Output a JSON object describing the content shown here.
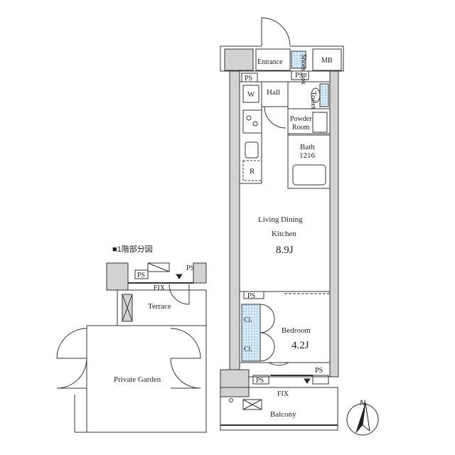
{
  "labels": {
    "entrance": "Entrance",
    "shoes_box": "Shoes Box",
    "mb": "MB",
    "ps": "PS",
    "w": "W",
    "hall": "Hall",
    "toilet": "Toilet",
    "powder_room_1": "Powder",
    "powder_room_2": "Room",
    "bath": "Bath",
    "bath_size": "1216",
    "r": "R",
    "ldk_1": "Living Dining",
    "ldk_2": "Kitchen",
    "ldk_size": "8.9J",
    "bedroom": "Bedroom",
    "bedroom_size": "4.2J",
    "closet": "Cl.",
    "fix": "FIX",
    "balcony": "Balcony",
    "first_floor_part": "■1階部分図",
    "terrace": "Terrace",
    "private_garden": "Private Garden",
    "north": "N"
  },
  "colors": {
    "wall": "#c9c9c9",
    "line": "#333333",
    "closet_fill": "#cfe6f4",
    "closet_dots": "#7fb6da"
  }
}
